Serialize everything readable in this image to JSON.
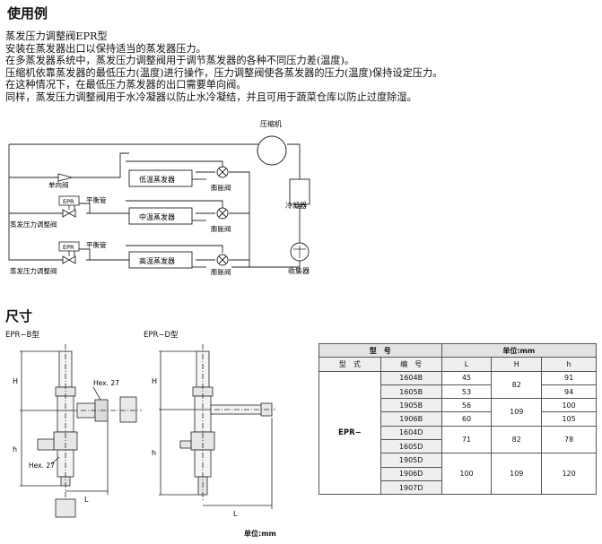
{
  "usage": {
    "heading": "使用例",
    "lines": [
      "蒸发压力调整阀EPR型",
      "安装在蒸发器出口以保持适当的蒸发器压力。",
      "在多蒸发器系统中，蒸发压力调整阀用于调节蒸发器的各种不同压力差(温度)。",
      "压缩机依靠蒸发器的最低压力(温度)进行操作，压力调整阀使各蒸发器的压力(温度)保持设定压力。",
      "在这种情况下，在最低压力蒸发器的出口需要单向阀。",
      "同样，蒸发压力调整阀用于水冷凝器以防止水冷凝结，并且可用于蔬菜仓库以防止过度除湿。"
    ]
  },
  "diagram": {
    "compressor": "压缩机",
    "condenser": "冷凝器",
    "receiver": "收集器",
    "check_valve": "单向阀",
    "balance_pipe_1": "平衡管",
    "balance_pipe_2": "平衡管",
    "epr_1": "EPR",
    "epr_2": "EPR",
    "epr_valve_1": "蒸发压力调整阀",
    "epr_valve_2": "蒸发压力调整阀",
    "low_evap": "低温蒸发器",
    "mid_evap": "中温蒸发器",
    "high_evap": "高温蒸发器",
    "exp_valve_1": "膨胀阀",
    "exp_valve_2": "膨胀阀",
    "exp_valve_3": "膨胀阀"
  },
  "dimensions": {
    "heading": "尺寸",
    "epr_b": {
      "title": "EPR−B型",
      "H": "H",
      "h": "h",
      "L": "L",
      "hex1": "Hex. 27",
      "hex2": "Hex. 27"
    },
    "epr_d": {
      "title": "EPR−D型",
      "H": "H",
      "h": "h",
      "L": "L"
    },
    "unit_bottom": "单位:mm"
  },
  "table": {
    "h_model": "型　号",
    "h_unit": "单位:mm",
    "h_form": "型　式",
    "h_number": "编　号",
    "h_L": "L",
    "h_H": "H",
    "h_h": "h",
    "form_value": "EPR−",
    "rows": [
      {
        "code": "1604B",
        "L": "45",
        "h": "91"
      },
      {
        "code": "1605B",
        "L": "53",
        "h": "94"
      },
      {
        "code": "1905B",
        "L": "56",
        "h": "100"
      },
      {
        "code": "1906B",
        "L": "60",
        "h": "105"
      },
      {
        "code": "1604D"
      },
      {
        "code": "1605D"
      },
      {
        "code": "1905D"
      },
      {
        "code": "1906D"
      },
      {
        "code": "1907D"
      }
    ],
    "H_b1": "82",
    "H_b2": "109",
    "d1": {
      "L": "71",
      "H": "82",
      "h": "78"
    },
    "d2": {
      "L": "100",
      "H": "109",
      "h": "120"
    }
  }
}
